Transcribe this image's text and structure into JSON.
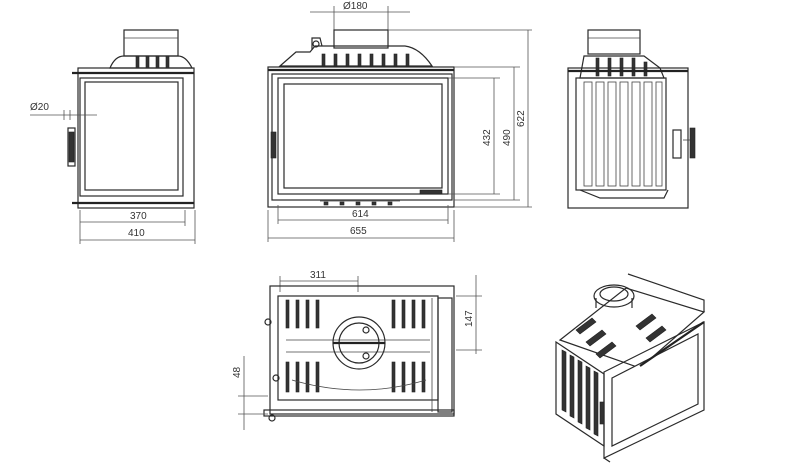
{
  "dimensions": {
    "d180": "Ø180",
    "d20": "Ø20",
    "w370": "370",
    "w410": "410",
    "w614": "614",
    "w655": "655",
    "h432": "432",
    "h490": "490",
    "h622": "622",
    "w311": "311",
    "h147": "147",
    "h48": "48"
  }
}
